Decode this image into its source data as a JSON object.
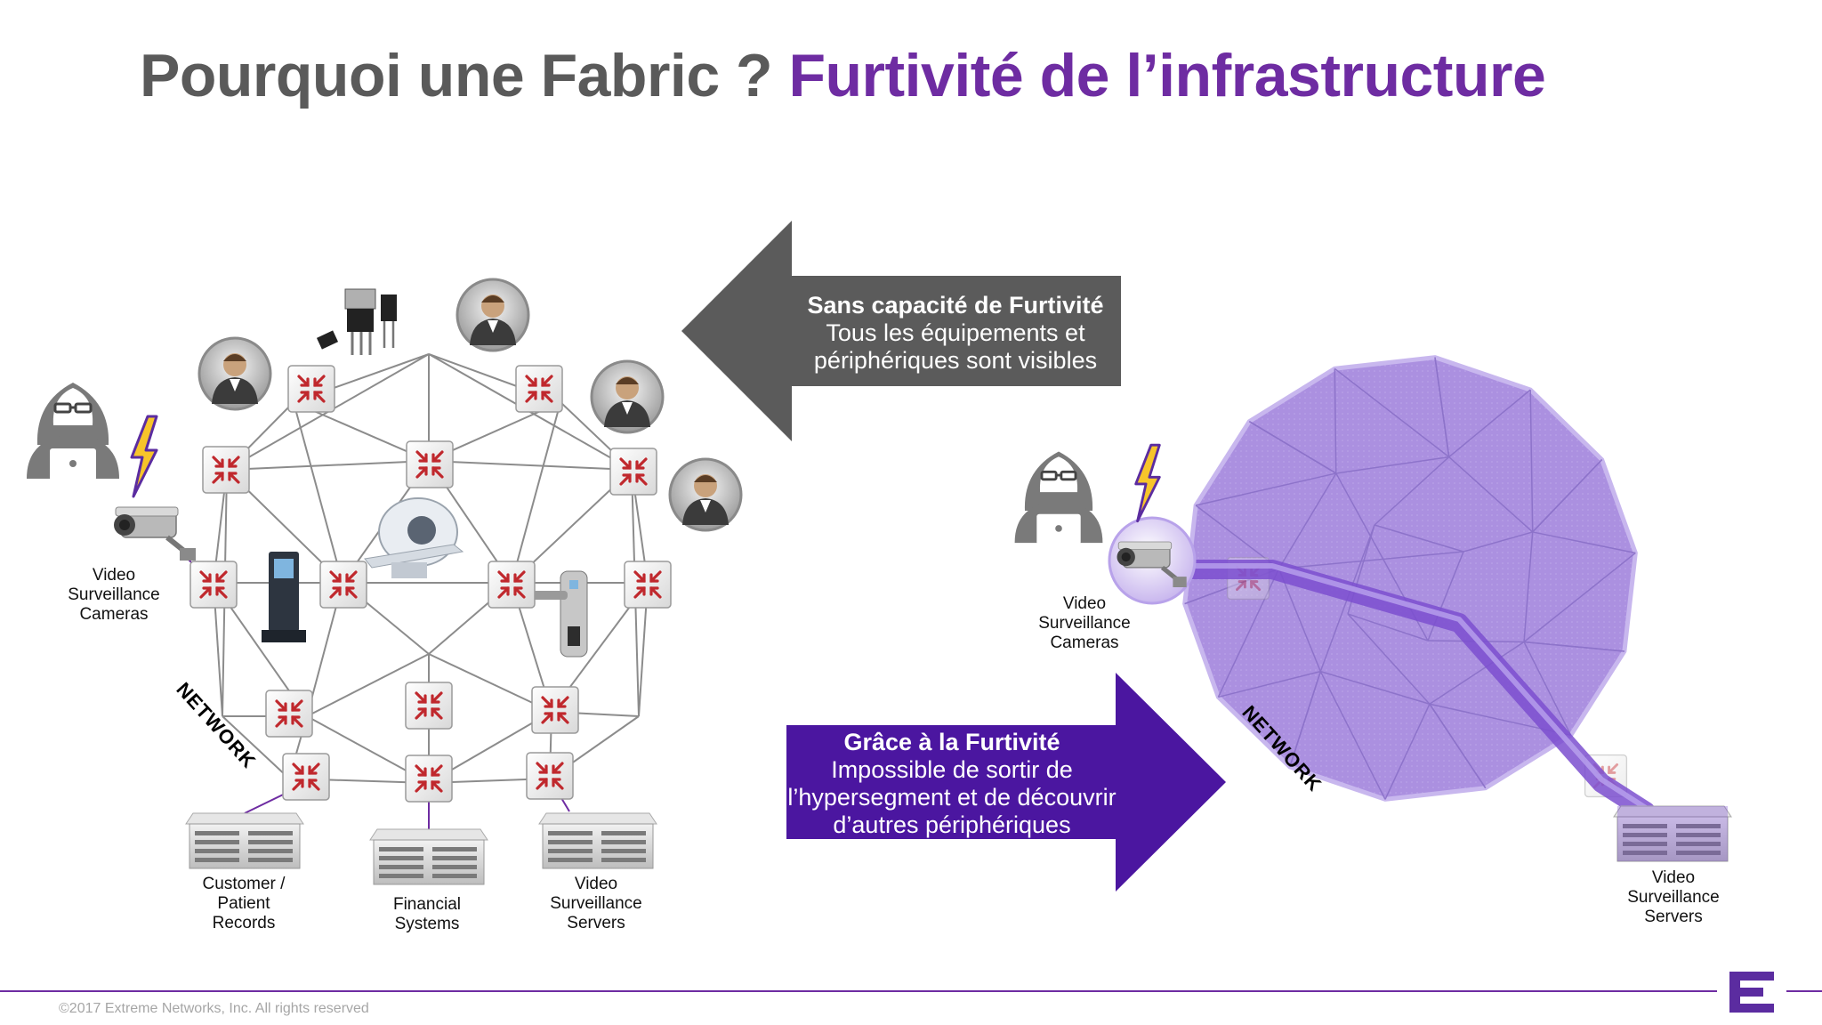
{
  "title": {
    "part1": "Pourquoi une Fabric ?",
    "part2": "Furtivité de l’infrastructure"
  },
  "left_diagram": {
    "camera_label": [
      "Video",
      "Surveillance",
      "Cameras"
    ],
    "network_label": "NETWORK",
    "servers": [
      {
        "lines": [
          "Customer /",
          "Patient",
          "Records"
        ]
      },
      {
        "lines": [
          "Financial",
          "Systems"
        ]
      },
      {
        "lines": [
          "Video",
          "Surveillance",
          "Servers"
        ]
      }
    ]
  },
  "gray_callout": {
    "heading": "Sans capacité de Furtivité",
    "line1": "Tous les équipements et",
    "line2": "périphériques sont visibles"
  },
  "purple_callout": {
    "heading": "Grâce à la Furtivité",
    "line1": "Impossible de sortir de",
    "line2": "l’hypersegment et de découvrir",
    "line3": "d’autres périphériques"
  },
  "right_diagram": {
    "camera_label": [
      "Video",
      "Surveillance",
      "Cameras"
    ],
    "network_label": "NETWORK",
    "server_label": [
      "Video",
      "Surveillance",
      "Servers"
    ]
  },
  "footer": {
    "copyright": "©2017 Extreme Networks, Inc.  All rights reserved"
  },
  "colors": {
    "title_gray": "#5a5a5a",
    "title_purple": "#6e2ca2",
    "callout_gray": "#5b5b5b",
    "callout_purple": "#4b16a0",
    "router_red": "#c0282d",
    "sphere_purple": "#a98ee0"
  },
  "icons": [
    "hacker-icon",
    "lightning-icon",
    "camera-icon",
    "router-icon",
    "server-icon",
    "person-icon",
    "chip-icon",
    "kiosk-icon",
    "scanner-icon",
    "door-lock-icon",
    "logo-icon"
  ]
}
